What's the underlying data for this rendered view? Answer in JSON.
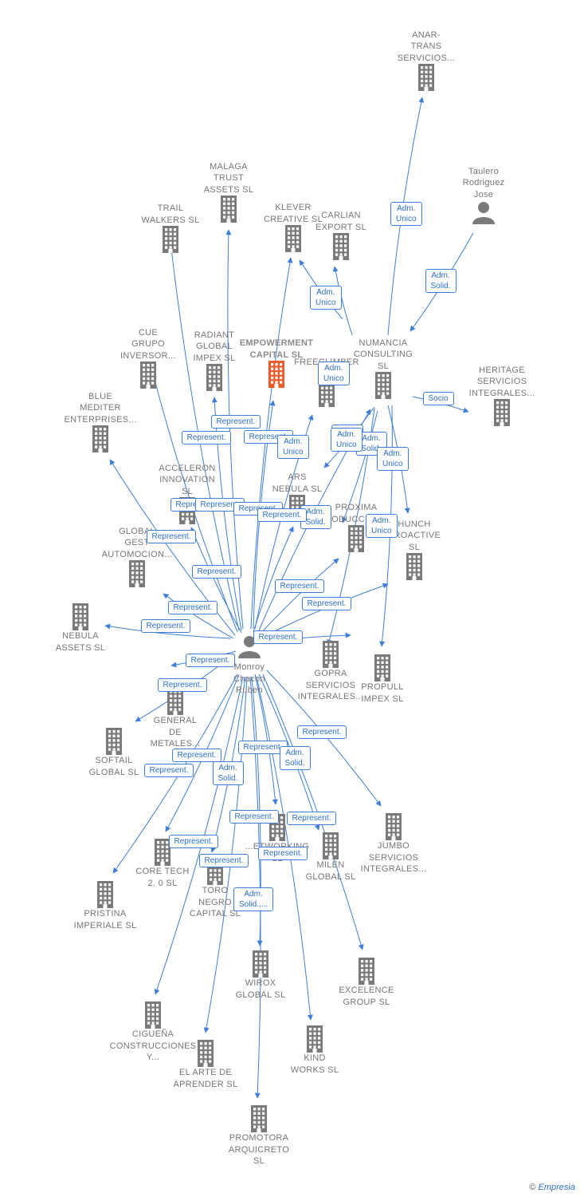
{
  "nodes": [
    {
      "id": "anar",
      "label": "ANAR-\nTRANS\nSERVICIOS...",
      "type": "company"
    },
    {
      "id": "taulero",
      "label": "Taulero\nRodriguez\nJose",
      "type": "person"
    },
    {
      "id": "malaga",
      "label": "MALAGA\nTRUST\nASSETS  SL",
      "type": "company"
    },
    {
      "id": "trail",
      "label": "TRAIL\nWALKERS  SL",
      "type": "company"
    },
    {
      "id": "klever",
      "label": "KLEVER\nCREATIVE  SL",
      "type": "company"
    },
    {
      "id": "carlian",
      "label": "CARLIAN\nEXPORT SL",
      "type": "company"
    },
    {
      "id": "cue",
      "label": "CUE\nGRUPO\nINVERSOR...",
      "type": "company"
    },
    {
      "id": "radiant",
      "label": "RADIANT\nGLOBAL\nIMPEX  SL",
      "type": "company"
    },
    {
      "id": "empowerment",
      "label": "EMPOWERMENT\nCAPITAL  SL",
      "type": "focus"
    },
    {
      "id": "freeclimber",
      "label": "FREECLIMBER\nSL",
      "type": "company"
    },
    {
      "id": "numancia",
      "label": "NUMANCIA\nCONSULTING\nSL",
      "type": "company"
    },
    {
      "id": "heritage",
      "label": "HERITAGE\nSERVICIOS\nINTEGRALES...",
      "type": "company"
    },
    {
      "id": "blue",
      "label": "BLUE\nMEDITER\nENTERPRISES...",
      "type": "company"
    },
    {
      "id": "acceleron",
      "label": "ACCELERON\nINNOVATION\nSL",
      "type": "company"
    },
    {
      "id": "ars",
      "label": "ARS\nNEBULA  SL",
      "type": "company"
    },
    {
      "id": "proxima",
      "label": "PROXIMA\nPRODUCCIONES",
      "type": "company"
    },
    {
      "id": "hunch",
      "label": "HUNCH\nPROACTIVE\nSL",
      "type": "company"
    },
    {
      "id": "global",
      "label": "GLOBAL\nGEST\nAUTOMOCION...",
      "type": "company"
    },
    {
      "id": "nebula",
      "label": "NEBULA\nASSETS  SL",
      "type": "company"
    },
    {
      "id": "monroy",
      "label": "Monroy\nChacon\nRuben",
      "type": "person"
    },
    {
      "id": "gopra",
      "label": "GOPRA\nSERVICIOS\nINTEGRALES...",
      "type": "company"
    },
    {
      "id": "propull",
      "label": "PROPULL\nIMPEX  SL",
      "type": "company"
    },
    {
      "id": "general",
      "label": "GENERAL\nDE\nMETALES...",
      "type": "company"
    },
    {
      "id": "softail",
      "label": "SOFTAIL\nGLOBAL  SL",
      "type": "company"
    },
    {
      "id": "jumbo",
      "label": "JUMBO\nSERVICIOS\nINTEGRALES...",
      "type": "company"
    },
    {
      "id": "networking",
      "label": "...ETWORKING\nSL",
      "type": "company"
    },
    {
      "id": "coretech",
      "label": "CORE TECH\n2. 0  SL",
      "type": "company"
    },
    {
      "id": "milen",
      "label": "MILEN\nGLOBAL  SL",
      "type": "company"
    },
    {
      "id": "toro",
      "label": "TORO\nNEGRO\nCAPITAL  SL",
      "type": "company"
    },
    {
      "id": "pristina",
      "label": "PRISTINA\nIMPERIALE  SL",
      "type": "company"
    },
    {
      "id": "wirox",
      "label": "WIROX\nGLOBAL  SL",
      "type": "company"
    },
    {
      "id": "excelence",
      "label": "EXCELENCE\nGROUP  SL",
      "type": "company"
    },
    {
      "id": "ciguena",
      "label": "CIGUEÑA\nCONSTRUCCIONES\nY...",
      "type": "company"
    },
    {
      "id": "kind",
      "label": "KIND\nWORKS  SL",
      "type": "company"
    },
    {
      "id": "arte",
      "label": "EL ARTE DE\nAPRENDER  SL",
      "type": "company"
    },
    {
      "id": "promotora",
      "label": "PROMOTORA\nARQUICRETO\nSL",
      "type": "company"
    }
  ],
  "edges": [
    {
      "from": "numancia",
      "to": "anar",
      "label": "Adm.\nUnico"
    },
    {
      "from": "taulero",
      "to": "numancia",
      "label": "Adm.\nSolid."
    },
    {
      "from": "numancia",
      "to": "heritage",
      "label": "Socio"
    },
    {
      "from": "numancia",
      "to": "carlian",
      "label": "Adm.\nUnico"
    },
    {
      "from": "numancia",
      "to": "klever",
      "label": "Adm.\nUnico"
    },
    {
      "from": "numancia",
      "to": "ars",
      "label": "Adm.\nUnico"
    },
    {
      "from": "numancia",
      "to": "proxima",
      "label": "Adm.\nSolid."
    },
    {
      "from": "numancia",
      "to": "hunch",
      "label": "Adm.\nUnico"
    },
    {
      "from": "numancia",
      "to": "propull",
      "label": "Adm.\nUnico"
    },
    {
      "from": "numancia",
      "to": "gopra",
      "label": "Adm.\nSolid."
    },
    {
      "from": "monroy",
      "to": "malaga",
      "label": "Represent."
    },
    {
      "from": "monroy",
      "to": "trail",
      "label": "Represent."
    },
    {
      "from": "monroy",
      "to": "klever",
      "label": "Represent."
    },
    {
      "from": "monroy",
      "to": "cue",
      "label": "Represent."
    },
    {
      "from": "monroy",
      "to": "radiant",
      "label": "Represent."
    },
    {
      "from": "monroy",
      "to": "empowerment",
      "label": "Represent."
    },
    {
      "from": "monroy",
      "to": "freeclimber",
      "label": "Adm.\nUnico"
    },
    {
      "from": "monroy",
      "to": "blue",
      "label": "Represent."
    },
    {
      "from": "monroy",
      "to": "acceleron",
      "label": "Represent."
    },
    {
      "from": "monroy",
      "to": "ars",
      "label": "Represent."
    },
    {
      "from": "monroy",
      "to": "numancia",
      "label": "Adm.\nUnico"
    },
    {
      "from": "monroy",
      "to": "global",
      "label": "Represent."
    },
    {
      "from": "monroy",
      "to": "nebula",
      "label": "Represent."
    },
    {
      "from": "monroy",
      "to": "proxima",
      "label": "Represent."
    },
    {
      "from": "monroy",
      "to": "hunch",
      "label": "Represent."
    },
    {
      "from": "monroy",
      "to": "gopra",
      "label": "Represent."
    },
    {
      "from": "monroy",
      "to": "general",
      "label": "Represent."
    },
    {
      "from": "monroy",
      "to": "softail",
      "label": "Represent."
    },
    {
      "from": "monroy",
      "to": "jumbo",
      "label": "Represent."
    },
    {
      "from": "monroy",
      "to": "networking",
      "label": "Represent."
    },
    {
      "from": "monroy",
      "to": "milen",
      "label": "Adm.\nSolid."
    },
    {
      "from": "monroy",
      "to": "coretech",
      "label": "Represent."
    },
    {
      "from": "monroy",
      "to": "toro",
      "label": "Adm.\nSolid."
    },
    {
      "from": "monroy",
      "to": "pristina",
      "label": "Represent."
    },
    {
      "from": "monroy",
      "to": "wirox",
      "label": "Represent."
    },
    {
      "from": "monroy",
      "to": "excelence",
      "label": "Represent."
    },
    {
      "from": "monroy",
      "to": "ciguena",
      "label": "Represent."
    },
    {
      "from": "monroy",
      "to": "kind",
      "label": "Represent."
    },
    {
      "from": "monroy",
      "to": "arte",
      "label": "Represent."
    },
    {
      "from": "monroy",
      "to": "promotora",
      "label": "Adm.\nSolid.,..."
    }
  ],
  "colors": {
    "edge": "#3d7fd6",
    "icon": "#7a7a7a",
    "focus": "#f25a2c"
  },
  "icons": {
    "company": "building-icon",
    "person": "person-icon"
  },
  "brand": {
    "copyright": "©",
    "name": "Empresia"
  }
}
